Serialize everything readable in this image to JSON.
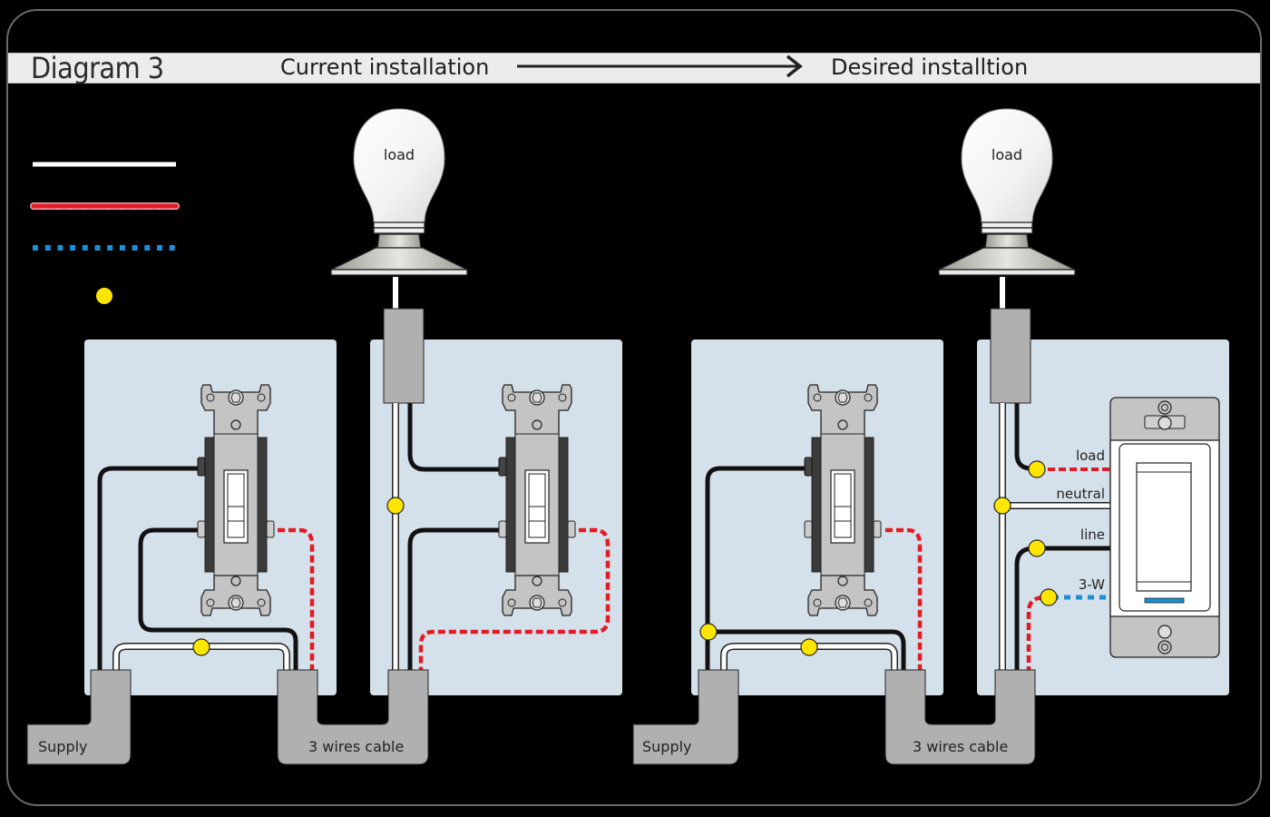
{
  "header": {
    "title": "Diagram 3",
    "current_label": "Current installation",
    "desired_label": "Desired installtion"
  },
  "legend": {
    "items": [
      {
        "kind": "neutral-wire",
        "style": "solid",
        "color": "#ffffff"
      },
      {
        "kind": "traveler-wire",
        "style": "dashed",
        "color": "#e31b23"
      },
      {
        "kind": "three-way-wire",
        "style": "dotted",
        "color": "#1b8fd6"
      },
      {
        "kind": "wire-connector",
        "style": "dot",
        "color": "#ffe500"
      }
    ]
  },
  "colors": {
    "background": "#000000",
    "box": "#d5e1ea",
    "conduit": "#b0b0b0",
    "switch_plate": "#c4c4c4",
    "switch_body": "#3a3a3a",
    "connector": "#ffe500",
    "traveler": "#e31b23",
    "three_way": "#1b8fd6",
    "dimmer_led": "#1b8fd6"
  },
  "current": {
    "bulb_label": "load",
    "supply_label": "Supply",
    "cable_label": "3 wires cable"
  },
  "desired": {
    "bulb_label": "load",
    "supply_label": "Supply",
    "cable_label": "3 wires cable",
    "terminals": {
      "load": "load",
      "neutral": "neutral",
      "line": "line",
      "three_way": "3-W"
    }
  }
}
